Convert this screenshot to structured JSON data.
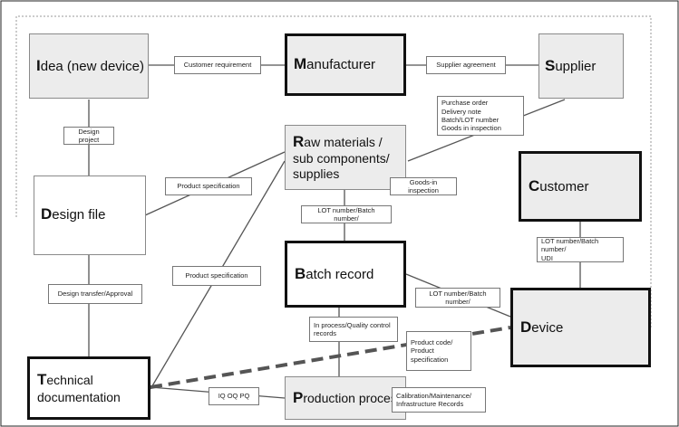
{
  "nodes": {
    "idea": "Idea (new device)",
    "manufacturer": "Manufacturer",
    "supplier": "Supplier",
    "raw_materials": "Raw materials / sub components/ supplies",
    "design_file": "Design file",
    "customer": "Customer",
    "batch_record": "Batch record",
    "device": "Device",
    "technical_documentation": "Technical documentation",
    "production_process": "Production process"
  },
  "labels": {
    "customer_requirement": "Customer requirement",
    "supplier_agreement": "Supplier agreement",
    "design_project": "Design project",
    "supplier_docs": "Purchase order\nDelivery note\nBatch/LOT number\nGoods in inspection",
    "product_specification_1": "Product specification",
    "goods_in_inspection": "Goods-in inspection",
    "lot_batch_1": "LOT number/Batch number/",
    "lot_batch_udi": "LOT number/Batch number/\nUDI",
    "product_specification_2": "Product specification",
    "design_transfer": "Design transfer/Approval",
    "lot_batch_2": "LOT number/Batch number/",
    "in_process_records": "In process/Quality control\nrecords",
    "product_code": "Product code/\nProduct\nspecification",
    "iq_oq_pq": "IQ OQ PQ",
    "calibration": "Calibration/Maintenance/\nInfrastructure Records"
  }
}
